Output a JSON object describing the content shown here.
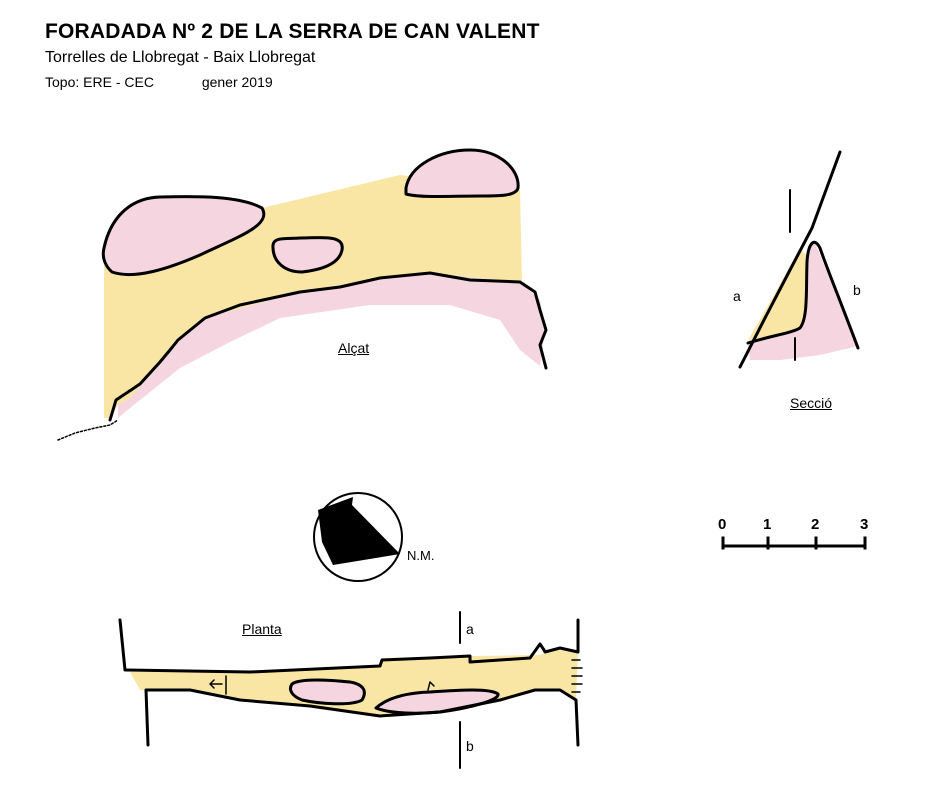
{
  "header": {
    "title": "FORADADA Nº 2 DE LA SERRA DE CAN VALENT",
    "subtitle": "Torrelles de Llobregat - Baix Llobregat",
    "topo": "Topo: ERE - CEC",
    "date": "gener 2019"
  },
  "labels": {
    "elevation": "Alçat",
    "section": "Secció",
    "plan": "Planta",
    "section_a": "a",
    "section_b": "b",
    "north": "N.M."
  },
  "scale": {
    "ticks": [
      "0",
      "1",
      "2",
      "3"
    ]
  },
  "colors": {
    "floor_fill": "#f9e6a5",
    "rock_fill": "#f5d5e0",
    "line": "#000000"
  }
}
